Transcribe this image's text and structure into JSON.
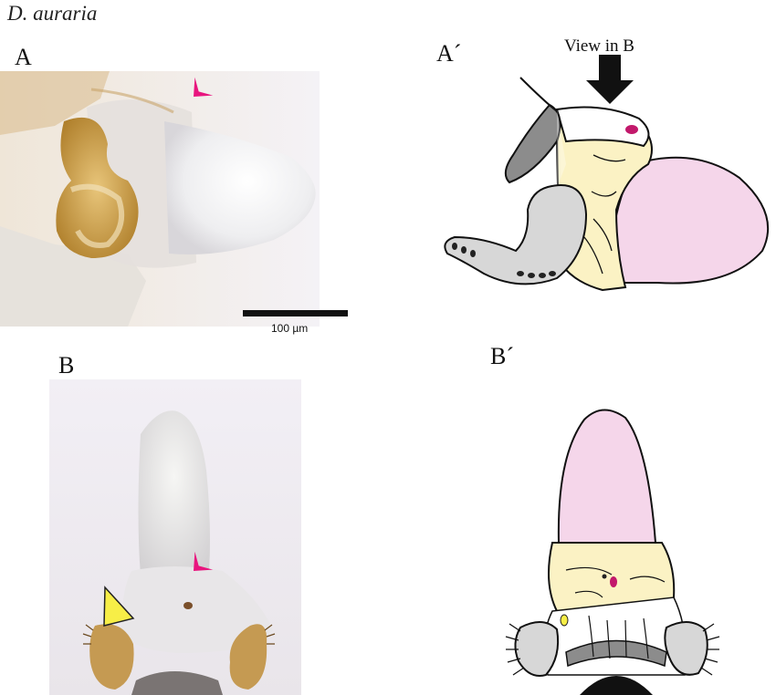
{
  "figure": {
    "species_name": "D. auraria",
    "panel_labels": {
      "a": "A",
      "a_prime": "A´",
      "b": "B",
      "b_prime": "B´"
    },
    "view_arrow_label": "View in B",
    "scale_bar_label": "100 µm"
  },
  "colors": {
    "magenta_arrow": "#e8157e",
    "pink_lobe": "#f5d6ea",
    "yellow_tissue": "#fbf2c4",
    "gray_light": "#d7d7d7",
    "gray_dark": "#8c8c8c",
    "yellow_arrowhead": "#f7ee47",
    "magenta_spot": "#c2186b"
  }
}
